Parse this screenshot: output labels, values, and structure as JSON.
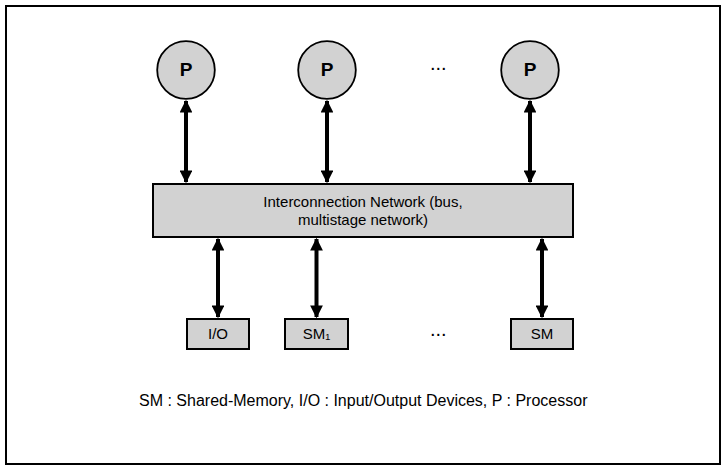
{
  "diagram": {
    "caption": "SM : Shared-Memory, I/O : Input/Output Devices, P : Processor",
    "nodes": [
      {
        "text": [
          "P"
        ]
      },
      {
        "text": [
          "P"
        ]
      },
      {
        "text": [
          "P"
        ]
      },
      {
        "text": [
          "Interconnection Network (bus, multistage network)"
        ]
      },
      {
        "text": [
          "I/O"
        ]
      },
      {
        "text": [
          "SM₁"
        ]
      },
      {
        "text": [
          "SM"
        ]
      }
    ],
    "edges": [
      {
        "from": 0,
        "to": 3,
        "arrow": "both"
      },
      {
        "from": 1,
        "to": 3,
        "arrow": "both"
      },
      {
        "from": 2,
        "to": 3,
        "arrow": "both"
      },
      {
        "from": 3,
        "to": 4,
        "arrow": "both"
      },
      {
        "from": 3,
        "to": 5,
        "arrow": "both"
      },
      {
        "from": 3,
        "to": 6,
        "arrow": "both"
      }
    ],
    "labels": [
      "...",
      "..."
    ]
  }
}
